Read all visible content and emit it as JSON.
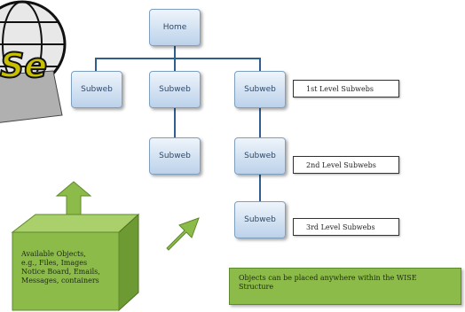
{
  "nodes": {
    "home": "Home",
    "subweb_l1_a": "Subweb",
    "subweb_l1_b": "Subweb",
    "subweb_l1_c": "Subweb",
    "subweb_l2_a": "Subweb",
    "subweb_l2_b": "Subweb",
    "subweb_l3": "Subweb"
  },
  "level_labels": {
    "first": "1st Level Subwebs",
    "second": "2nd Level Subwebs",
    "third": "3rd Level Subwebs"
  },
  "objects_box": {
    "line1": "Available Objects,",
    "line2": "e.g., Files, Images",
    "line3": "Notice Board, Emails,",
    "line4": "Messages, containers"
  },
  "note_box": {
    "line1": "Objects can be placed anywhere within the WISE",
    "line2": "Structure"
  },
  "logo": {
    "text": "Se"
  },
  "colors": {
    "node_border": "#7f9fbf",
    "connector": "#2f5f8f",
    "green": "#8dbb4a",
    "green_dark": "#5d8a2a"
  }
}
